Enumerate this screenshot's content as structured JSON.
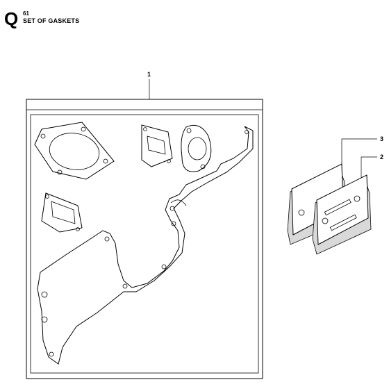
{
  "header": {
    "section_letter": "Q",
    "section_number": "61",
    "section_title": "SET OF GASKETS"
  },
  "callouts": [
    {
      "id": "kit",
      "label": "1"
    },
    {
      "id": "plate-front",
      "label": "2"
    },
    {
      "id": "plate-back",
      "label": "3"
    }
  ],
  "colors": {
    "line": "#000000",
    "shade": "#d9d9d9",
    "background": "#ffffff"
  }
}
